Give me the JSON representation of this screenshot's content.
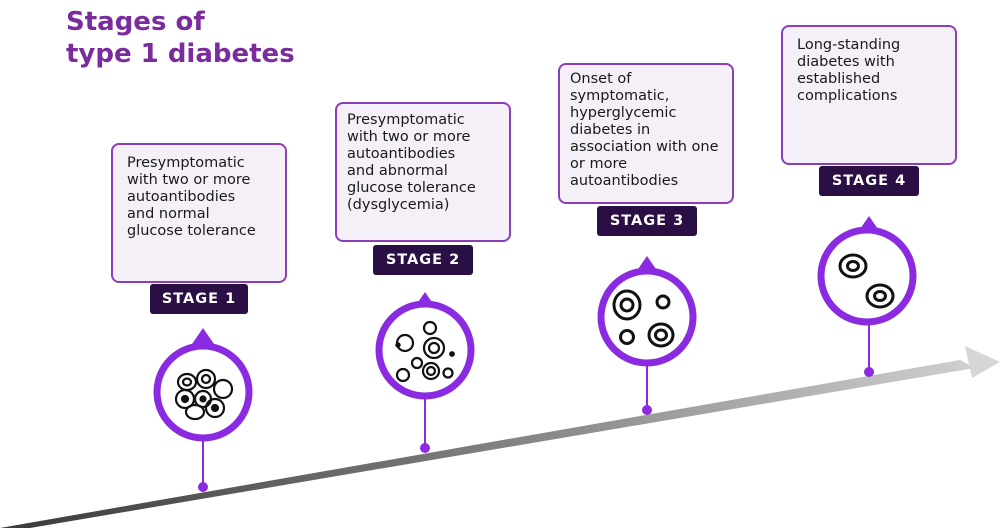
{
  "title": {
    "line1": "Stages of",
    "line2": "type 1 diabetes"
  },
  "colors": {
    "title": "#7a2b9e",
    "card_border": "#8a3fb8",
    "card_fill": "#f5f0f8",
    "badge": "#2a0f45",
    "pin": "#8a2be2",
    "ramp": "#555555"
  },
  "stages": [
    {
      "label": "STAGE 1",
      "description": "Presymptomatic with two or more autoantibodies and normal glucose tolerance",
      "lines": [
        "Presymptomatic",
        "with two or more",
        "autoantibodies",
        "and normal",
        "glucose tolerance"
      ],
      "icon": "clustered-cells-icon"
    },
    {
      "label": "STAGE 2",
      "description": "Presymptomatic with two or more autoantibodies and abnormal glucose tolerance (dysglycemia)",
      "lines": [
        "Presymptomatic",
        "with two or more",
        "autoantibodies",
        "and abnormal",
        "glucose tolerance",
        "(dysglycemia)"
      ],
      "icon": "scattered-cells-icon"
    },
    {
      "label": "STAGE 3",
      "description": "Onset of symptomatic, hyperglycemic diabetes in association with one or more autoantibodies",
      "lines": [
        "Onset of",
        "symptomatic,",
        "hyperglycemic",
        "diabetes in",
        "association with one",
        "or more",
        "autoantibodies"
      ],
      "icon": "sparse-cells-icon"
    },
    {
      "label": "STAGE 4",
      "description": "Long-standing diabetes with established complications",
      "lines": [
        "Long-standing",
        "diabetes with",
        "established",
        "complications"
      ],
      "icon": "two-cells-icon"
    }
  ]
}
